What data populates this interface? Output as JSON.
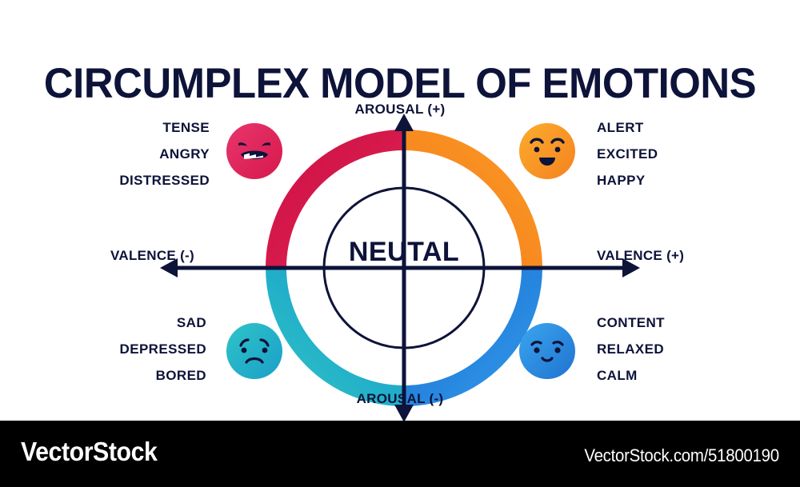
{
  "title": "CIRCUMPLEX MODEL OF EMOTIONS",
  "center": {
    "label": "NEUTAL"
  },
  "axes": {
    "arousal_positive": "AROUSAL (+)",
    "arousal_negative": "AROUSAL (-)",
    "valence_negative": "VALENCE (-)",
    "valence_positive": "VALENCE (+)"
  },
  "quadrants": {
    "top_left": {
      "name": "high-arousal-negative-valence",
      "words": [
        "TENSE",
        "ANGRY",
        "DISTRESSED"
      ],
      "face": "angry-face",
      "color": "#d6194b",
      "color_end": "#e8356d"
    },
    "top_right": {
      "name": "high-arousal-positive-valence",
      "words": [
        "ALERT",
        "EXCITED",
        "HAPPY"
      ],
      "face": "happy-face",
      "color": "#f5821f",
      "color_end": "#fbac2e"
    },
    "bottom_left": {
      "name": "low-arousal-negative-valence",
      "words": [
        "SAD",
        "DEPRESSED",
        "BORED"
      ],
      "face": "sad-face",
      "color": "#1b9fc9",
      "color_end": "#31cfc9"
    },
    "bottom_right": {
      "name": "low-arousal-positive-valence",
      "words": [
        "CONTENT",
        "RELAXED",
        "CALM"
      ],
      "face": "calm-face",
      "color": "#1f72d0",
      "color_end": "#3ba6ef"
    }
  },
  "colors": {
    "navy": "#0d1339",
    "background": "#ffffff",
    "footer_background": "#000000",
    "footer_text": "#ffffff"
  },
  "footer": {
    "brand": "VectorStock",
    "url": "VectorStock.com/51800190"
  },
  "chart_data": {
    "type": "scatter",
    "title": "CIRCUMPLEX MODEL OF EMOTIONS",
    "xlabel": "VALENCE",
    "ylabel": "AROUSAL",
    "xlim": [
      -1,
      1
    ],
    "ylim": [
      -1,
      1
    ],
    "grid": false,
    "legend": "none",
    "axis_annotations": [
      "AROUSAL (+)",
      "AROUSAL (-)",
      "VALENCE (-)",
      "VALENCE (+)"
    ],
    "center_annotation": "NEUTAL",
    "quadrants": [
      {
        "quadrant": "top-left",
        "valence": "-",
        "arousal": "+",
        "labels": [
          "TENSE",
          "ANGRY",
          "DISTRESSED"
        ],
        "color": "#d6194b"
      },
      {
        "quadrant": "top-right",
        "valence": "+",
        "arousal": "+",
        "labels": [
          "ALERT",
          "EXCITED",
          "HAPPY"
        ],
        "color": "#f5821f"
      },
      {
        "quadrant": "bottom-left",
        "valence": "-",
        "arousal": "-",
        "labels": [
          "SAD",
          "DEPRESSED",
          "BORED"
        ],
        "color": "#1b9fc9"
      },
      {
        "quadrant": "bottom-right",
        "valence": "+",
        "arousal": "-",
        "labels": [
          "CONTENT",
          "RELAXED",
          "CALM"
        ],
        "color": "#1f72d0"
      }
    ]
  }
}
